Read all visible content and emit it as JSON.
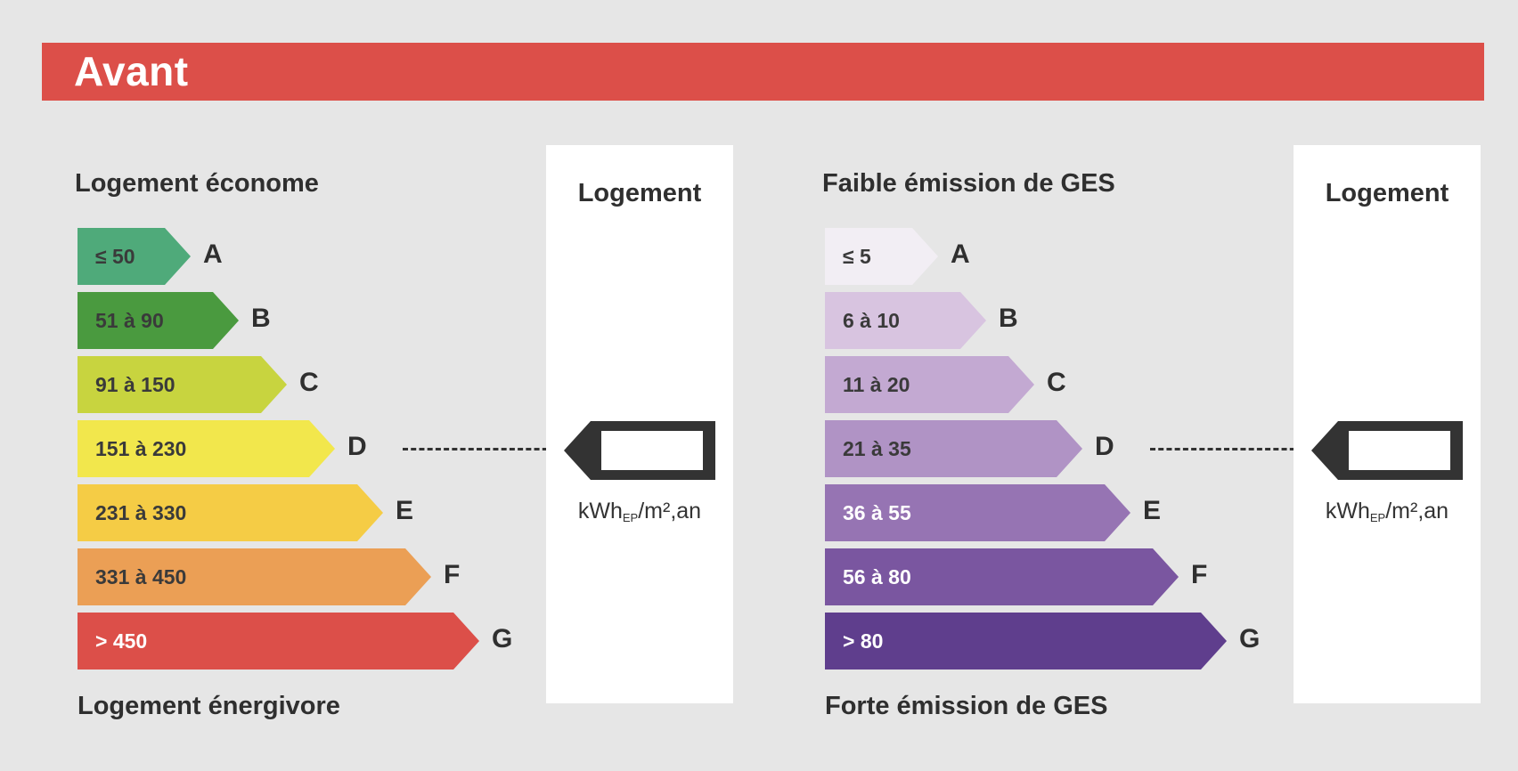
{
  "banner": {
    "title": "Avant"
  },
  "energy": {
    "top_label": "Logement économe",
    "bottom_label": "Logement énergivore",
    "column_title": "Logement",
    "unit_main": "kWh",
    "unit_sub": "EP",
    "unit_tail": "/m²,an",
    "indicator_class": "D",
    "classes": [
      {
        "letter": "A",
        "range": "≤ 50",
        "color": "#4faa7a"
      },
      {
        "letter": "B",
        "range": "51 à 90",
        "color": "#4a9a3f"
      },
      {
        "letter": "C",
        "range": "91 à 150",
        "color": "#c8d43f"
      },
      {
        "letter": "D",
        "range": "151 à 230",
        "color": "#f2e74c"
      },
      {
        "letter": "E",
        "range": "231 à 330",
        "color": "#f5cc45"
      },
      {
        "letter": "F",
        "range": "331 à 450",
        "color": "#eb9f55"
      },
      {
        "letter": "G",
        "range": "> 450",
        "color": "#dc4f49"
      }
    ]
  },
  "ges": {
    "top_label": "Faible émission de GES",
    "bottom_label": "Forte émission de GES",
    "column_title": "Logement",
    "unit_main": "kWh",
    "unit_sub": "EP",
    "unit_tail": "/m²,an",
    "indicator_class": "D",
    "classes": [
      {
        "letter": "A",
        "range": "≤ 5",
        "color": "#f2eef4"
      },
      {
        "letter": "B",
        "range": "6 à 10",
        "color": "#d8c4e0"
      },
      {
        "letter": "C",
        "range": "11 à 20",
        "color": "#c3a9d2"
      },
      {
        "letter": "D",
        "range": "21 à 35",
        "color": "#b093c5"
      },
      {
        "letter": "E",
        "range": "36 à 55",
        "color": "#9674b3"
      },
      {
        "letter": "F",
        "range": "56 à 80",
        "color": "#7a56a0"
      },
      {
        "letter": "G",
        "range": "> 80",
        "color": "#5f3e8d"
      }
    ]
  }
}
